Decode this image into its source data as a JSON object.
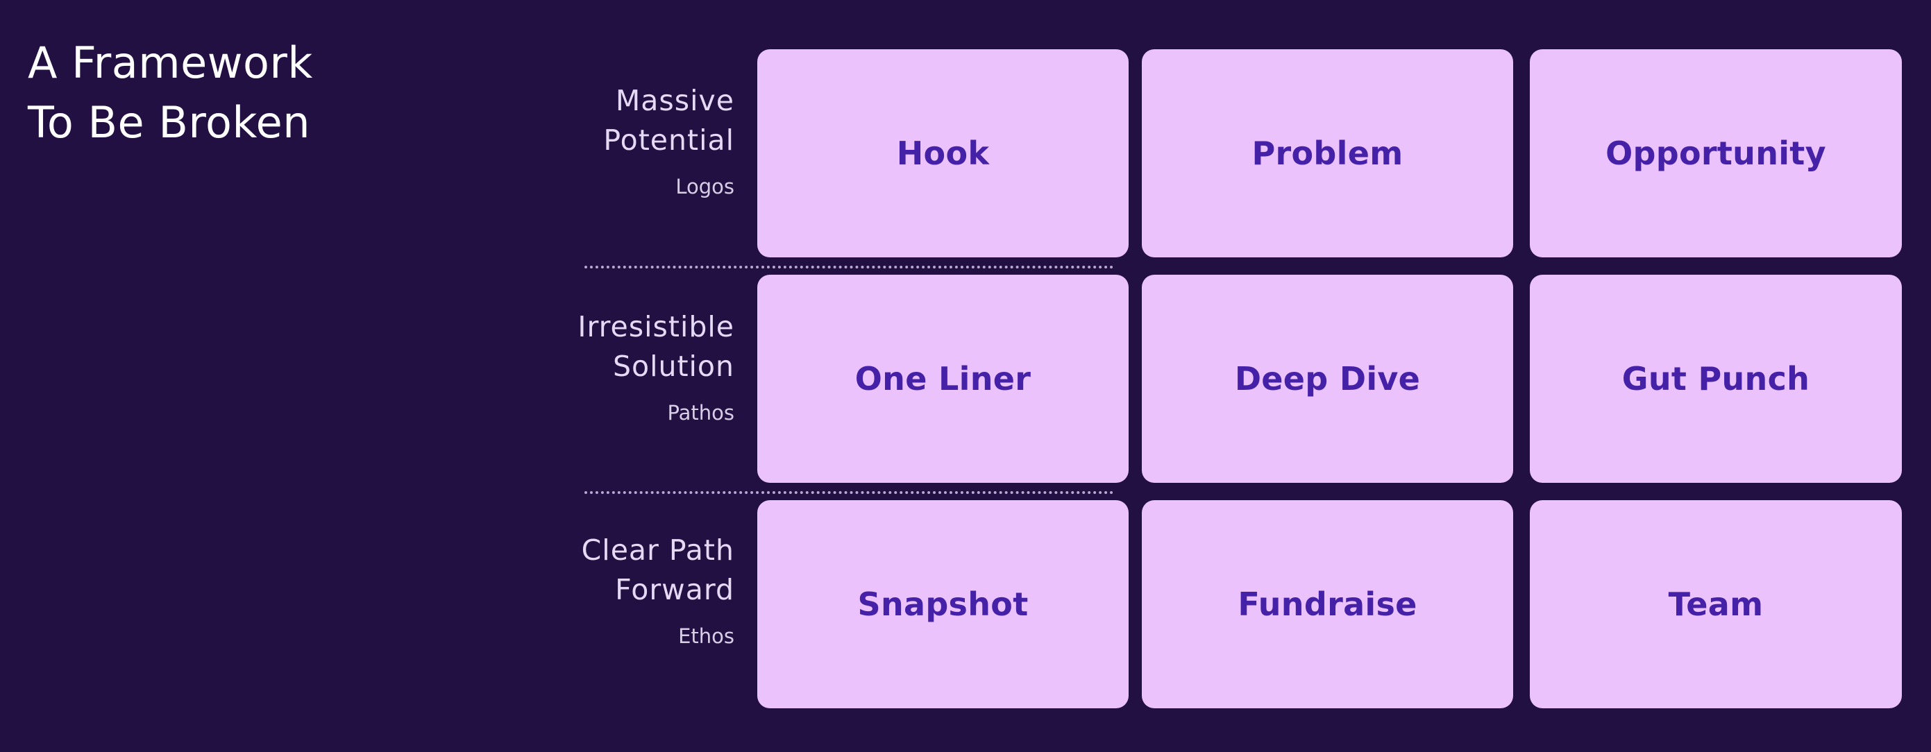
{
  "slide": {
    "title_lines": [
      "A Framework",
      "To Be Broken"
    ],
    "background_color": "#221042",
    "card_color": "#ebc2fb",
    "card_text_color": "#4521a8"
  },
  "rows": [
    {
      "heading_lines": [
        "Massive",
        "Potential"
      ],
      "sub_label": "Logos",
      "cards": [
        "Hook",
        "Problem",
        "Opportunity"
      ]
    },
    {
      "heading_lines": [
        "Irresistible",
        "Solution"
      ],
      "sub_label": "Pathos",
      "cards": [
        "One Liner",
        "Deep Dive",
        "Gut Punch"
      ]
    },
    {
      "heading_lines": [
        "Clear Path",
        "Forward"
      ],
      "sub_label": "Ethos",
      "cards": [
        "Snapshot",
        "Fundraise",
        "Team"
      ]
    }
  ]
}
